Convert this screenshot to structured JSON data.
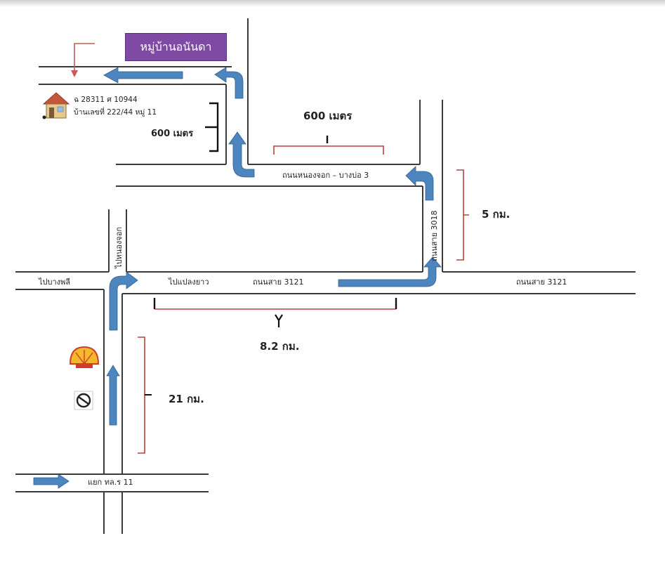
{
  "village_sign": "หมู่บ้านอนันดา",
  "address": {
    "line1": "ฉ 28311  ศ 10944",
    "line2": "บ้านเลขที่ 222/44  หมู่ 11"
  },
  "roads": {
    "main_road_left": "ถนนสาย 3121",
    "main_road_right": "ถนนสาย 3121",
    "upper_road": "ถนนหนองจอก – บางบ่อ 3",
    "road_3018": "ถนนสาย 3018",
    "to_bang_phli": "ไปบางพลี",
    "to_plaeng_yao": "ไปแปลงยาว",
    "to_nong_chok": "ไปหนองจอก",
    "intersection": "แยก ทล.ร 11"
  },
  "distances": {
    "house_segment": "600 เมตร",
    "top_segment": "600 เมตร",
    "road_3018_segment": "5 กม.",
    "main_road_segment": "8.2 กม.",
    "south_segment": "21 กม."
  },
  "icons": [
    "house-icon",
    "shell-logo-icon",
    "gas-station-icon"
  ],
  "colors": {
    "arrow": "#4d86bf",
    "sign_bg": "#7f4aa3",
    "bracket_red": "#b9403f"
  }
}
